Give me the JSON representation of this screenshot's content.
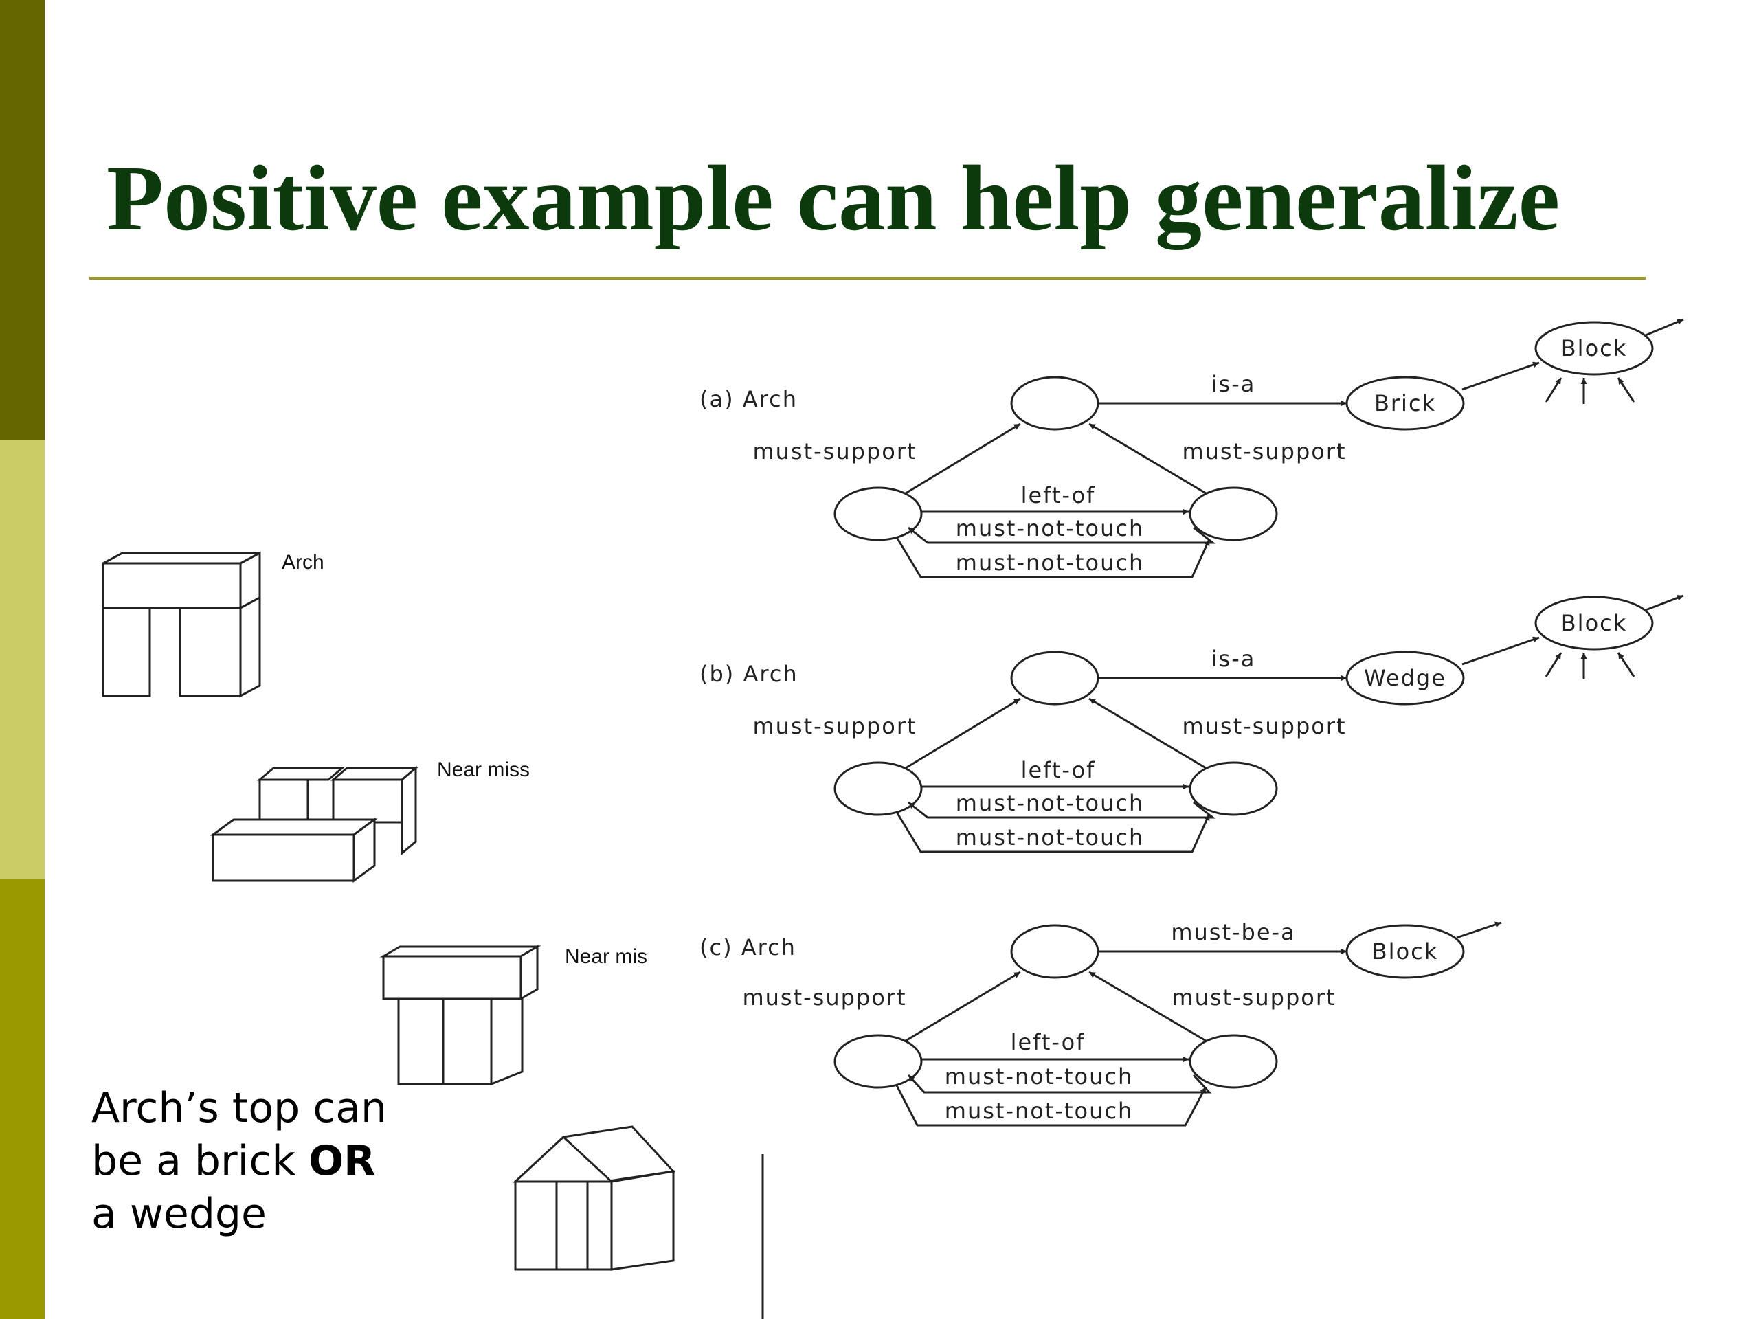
{
  "slide": {
    "title": "Positive example can help generalize",
    "caption": {
      "line1": "Arch’s top can",
      "line2_pre": "be a brick ",
      "line2_bold": "OR",
      "line3": "a wedge"
    },
    "stripe_colors": [
      "#666600",
      "#cccc66",
      "#999900"
    ],
    "title_color": "#0c3a0c",
    "rule_color": "#9a9a20"
  },
  "sketches": {
    "arch_label": "Arch",
    "near_miss_1_label": "Near miss",
    "near_miss_2_label": "Near mis"
  },
  "networks": [
    {
      "label": "(a) Arch",
      "top_edge": "is-a",
      "class_node": "Brick",
      "super_node": "Block",
      "left_edge": "must-support",
      "right_edge": "must-support",
      "bottom_edges": [
        "left-of",
        "must-not-touch",
        "must-not-touch"
      ]
    },
    {
      "label": "(b) Arch",
      "top_edge": "is-a",
      "class_node": "Wedge",
      "super_node": "Block",
      "left_edge": "must-support",
      "right_edge": "must-support",
      "bottom_edges": [
        "left-of",
        "must-not-touch",
        "must-not-touch"
      ]
    },
    {
      "label": "(c) Arch",
      "top_edge": "must-be-a",
      "class_node": "Block",
      "left_edge": "must-support",
      "right_edge": "must-support",
      "bottom_edges": [
        "left-of",
        "must-not-touch",
        "must-not-touch"
      ]
    }
  ]
}
